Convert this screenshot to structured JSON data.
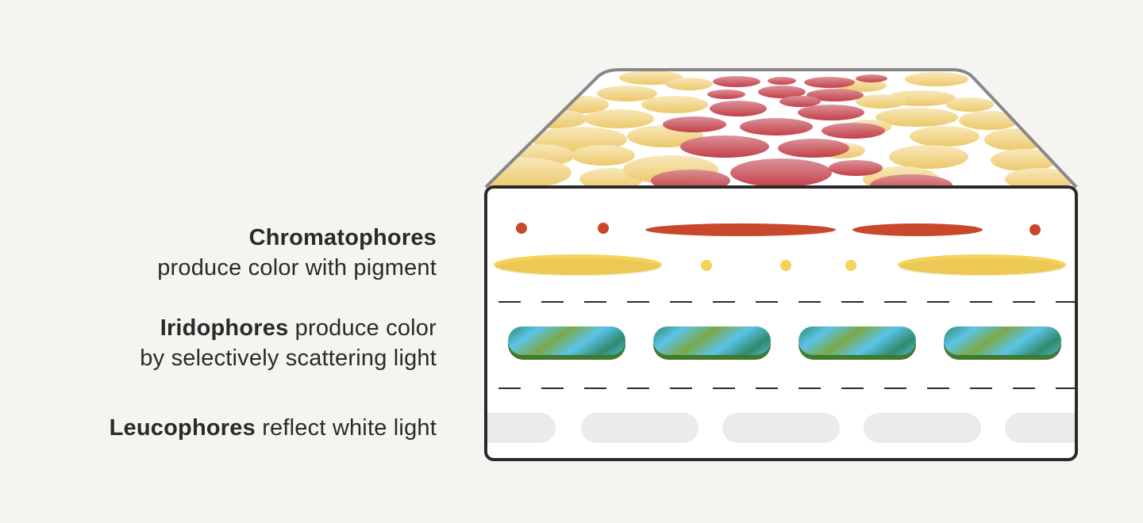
{
  "labels": {
    "chromatophores": {
      "name": "Chromatophores",
      "description": "produce color with pigment"
    },
    "iridophores": {
      "name": "Iridophores",
      "description_line1": "produce color",
      "description_line2": "by selectively scattering light"
    },
    "leucophores": {
      "name": "Leucophores",
      "description": "reflect white light"
    }
  },
  "colors": {
    "background": "#f5f4f0",
    "outline": "#2a2a2a",
    "pigment_red": "#c23a2a",
    "pigment_orange": "#c9472b",
    "pigment_yellow": "#f5d35a",
    "iridophore_green": "#3f8a3a",
    "iridophore_blue": "#5bc4e8",
    "leucophore_white": "#ebebeb"
  }
}
